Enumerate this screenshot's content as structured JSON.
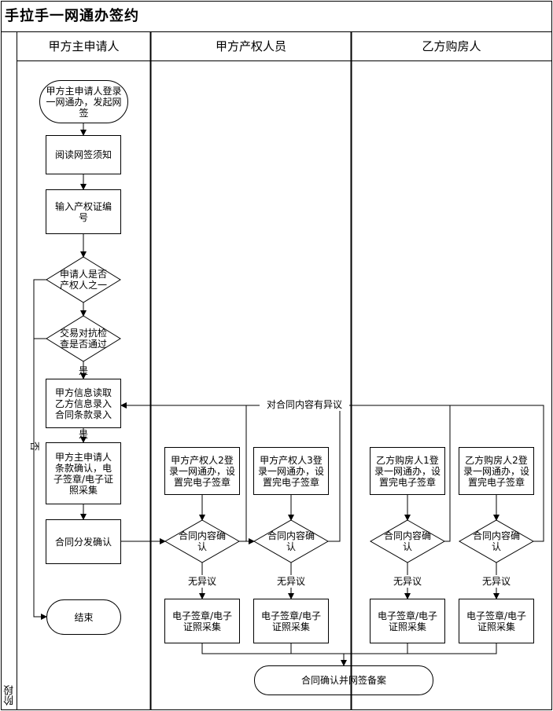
{
  "title": "手拉手一网通办签约",
  "stage_label": "阶段",
  "lanes": [
    "甲方主申请人",
    "甲方产权人员",
    "乙方购房人"
  ],
  "nodes": {
    "start": "甲方主申请人登录\n一网通办，发起网\n签",
    "read_notice": "阅读网签须知",
    "input_cert": "输入产权证编\n号",
    "is_owner": "申请人是否\n产权人之一",
    "trade_check": "交易对抗检\n查是否通过",
    "info_entry": "甲方信息读取\n乙方信息录入\n合同条款录入",
    "confirm_terms": "甲方主申请人\n条款确认，电\n子签章/电子证\n照采集",
    "distribute": "合同分发确认",
    "end": "结束",
    "owner2_login": "甲方产权人2登\n录一网通办，设\n置完电子签章",
    "owner3_login": "甲方产权人3登\n录一网通办，设\n置完电子签章",
    "buyer1_login": "乙方购房人1登\n录一网通办，设\n置完电子签章",
    "buyer2_login": "乙方购房人2登\n录一网通办，设\n置完电子签章",
    "confirm_d1": "合同内容确\n认",
    "confirm_d2": "合同内容确\n认",
    "confirm_d3": "合同内容确\n认",
    "confirm_d4": "合同内容确\n认",
    "sig1": "电子签章/电子\n证照采集",
    "sig2": "电子签章/电子\n证照采集",
    "sig3": "电子签章/电子\n证照采集",
    "sig4": "电子签章/电子\n证照采集",
    "final": "合同确认并网签备案"
  },
  "edge_labels": {
    "yes1": "是",
    "yes2": "是",
    "no": "否",
    "objection": "对合同内容有异议",
    "no_objection1": "无异议",
    "no_objection2": "无异议",
    "no_objection3": "无异议",
    "no_objection4": "无异议"
  }
}
